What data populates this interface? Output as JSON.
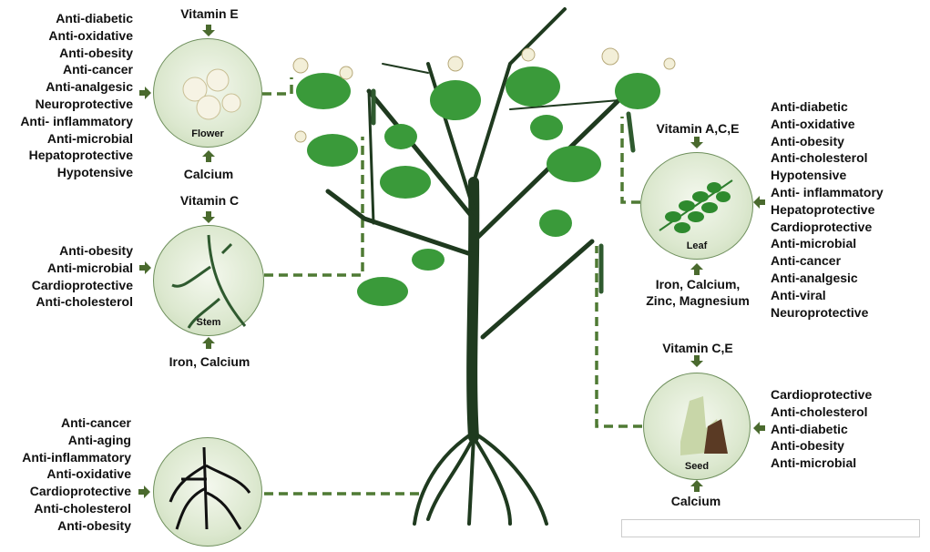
{
  "flower": {
    "name": "Flower",
    "top": "Vitamin E",
    "bottom": "Calcium",
    "effects": [
      "Anti-diabetic",
      "Anti-oxidative",
      "Anti-obesity",
      "Anti-cancer",
      "Anti-analgesic",
      "Neuroprotective",
      "Anti- inflammatory",
      "Anti-microbial",
      "Hepatoprotective",
      "Hypotensive"
    ]
  },
  "stem": {
    "name": "Stem",
    "top": "Vitamin C",
    "bottom": "Iron, Calcium",
    "effects": [
      "Anti-obesity",
      "Anti-microbial",
      "Cardioprotective",
      "Anti-cholesterol"
    ]
  },
  "root": {
    "effects": [
      "Anti-cancer",
      "Anti-aging",
      "Anti-inflammatory",
      "Anti-oxidative",
      "Cardioprotective",
      "Anti-cholesterol",
      "Anti-obesity"
    ]
  },
  "leaf": {
    "name": "Leaf",
    "top": "Vitamin A,C,E",
    "bottom": [
      "Iron, Calcium,",
      "Zinc, Magnesium"
    ],
    "effects": [
      "Anti-diabetic",
      "Anti-oxidative",
      "Anti-obesity",
      "Anti-cholesterol",
      "Hypotensive",
      "Anti- inflammatory",
      "Hepatoprotective",
      "Cardioprotective",
      "Anti-microbial",
      "Anti-cancer",
      "Anti-analgesic",
      "Anti-viral",
      "Neuroprotective"
    ]
  },
  "seed": {
    "name": "Seed",
    "top": "Vitamin C,E",
    "bottom": "Calcium",
    "effects": [
      "Cardioprotective",
      "Anti-cholesterol",
      "Anti-diabetic",
      "Anti-obesity",
      "Anti-microbial"
    ]
  },
  "colors": {
    "arrow": "#4a6a2e",
    "dash": "#4f7a34",
    "leaf": "#3a9a3a",
    "trunk": "#1f3a1f"
  }
}
